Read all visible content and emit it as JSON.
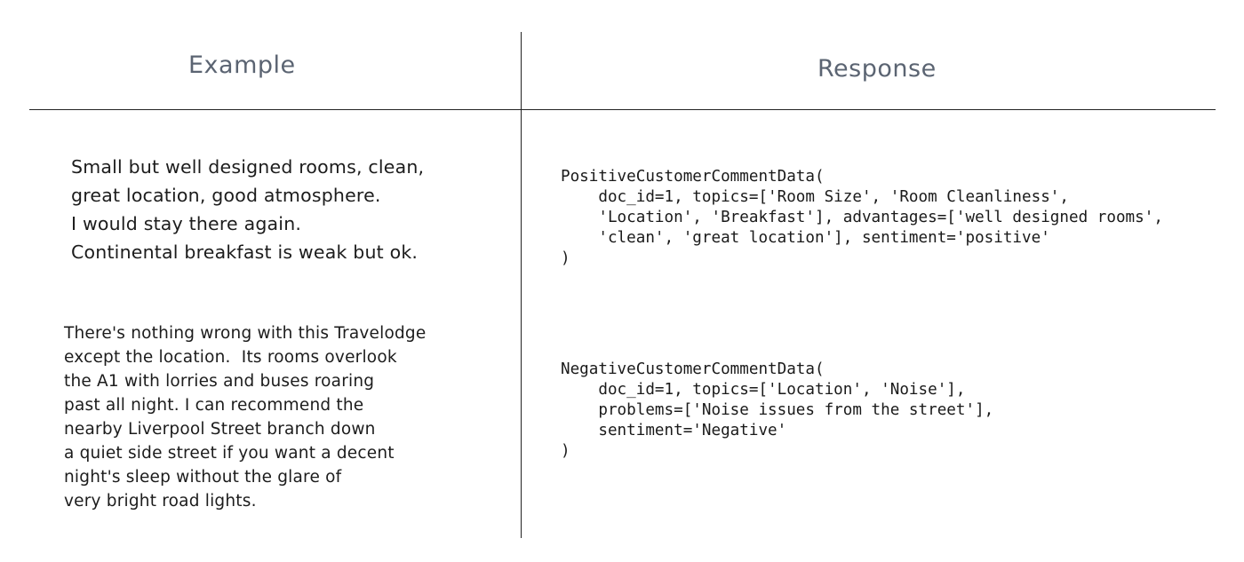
{
  "headers": {
    "example": "Example",
    "response": "Response"
  },
  "examples": [
    "Small but well designed rooms, clean,\ngreat location, good atmosphere.\nI would stay there again.\nContinental breakfast is weak but ok.",
    "There's nothing wrong with this Travelodge\nexcept the location.  Its rooms overlook\nthe A1 with lorries and buses roaring\npast all night. I can recommend the\nnearby Liverpool Street branch down\na quiet side street if you want a decent\nnight's sleep without the glare of\nvery bright road lights."
  ],
  "responses": [
    "PositiveCustomerCommentData(\n    doc_id=1, topics=['Room Size', 'Room Cleanliness',\n    'Location', 'Breakfast'], advantages=['well designed rooms',\n    'clean', 'great location'], sentiment='positive'\n)",
    "NegativeCustomerCommentData(\n    doc_id=1, topics=['Location', 'Noise'],\n    problems=['Noise issues from the street'],\n    sentiment='Negative'\n)"
  ]
}
